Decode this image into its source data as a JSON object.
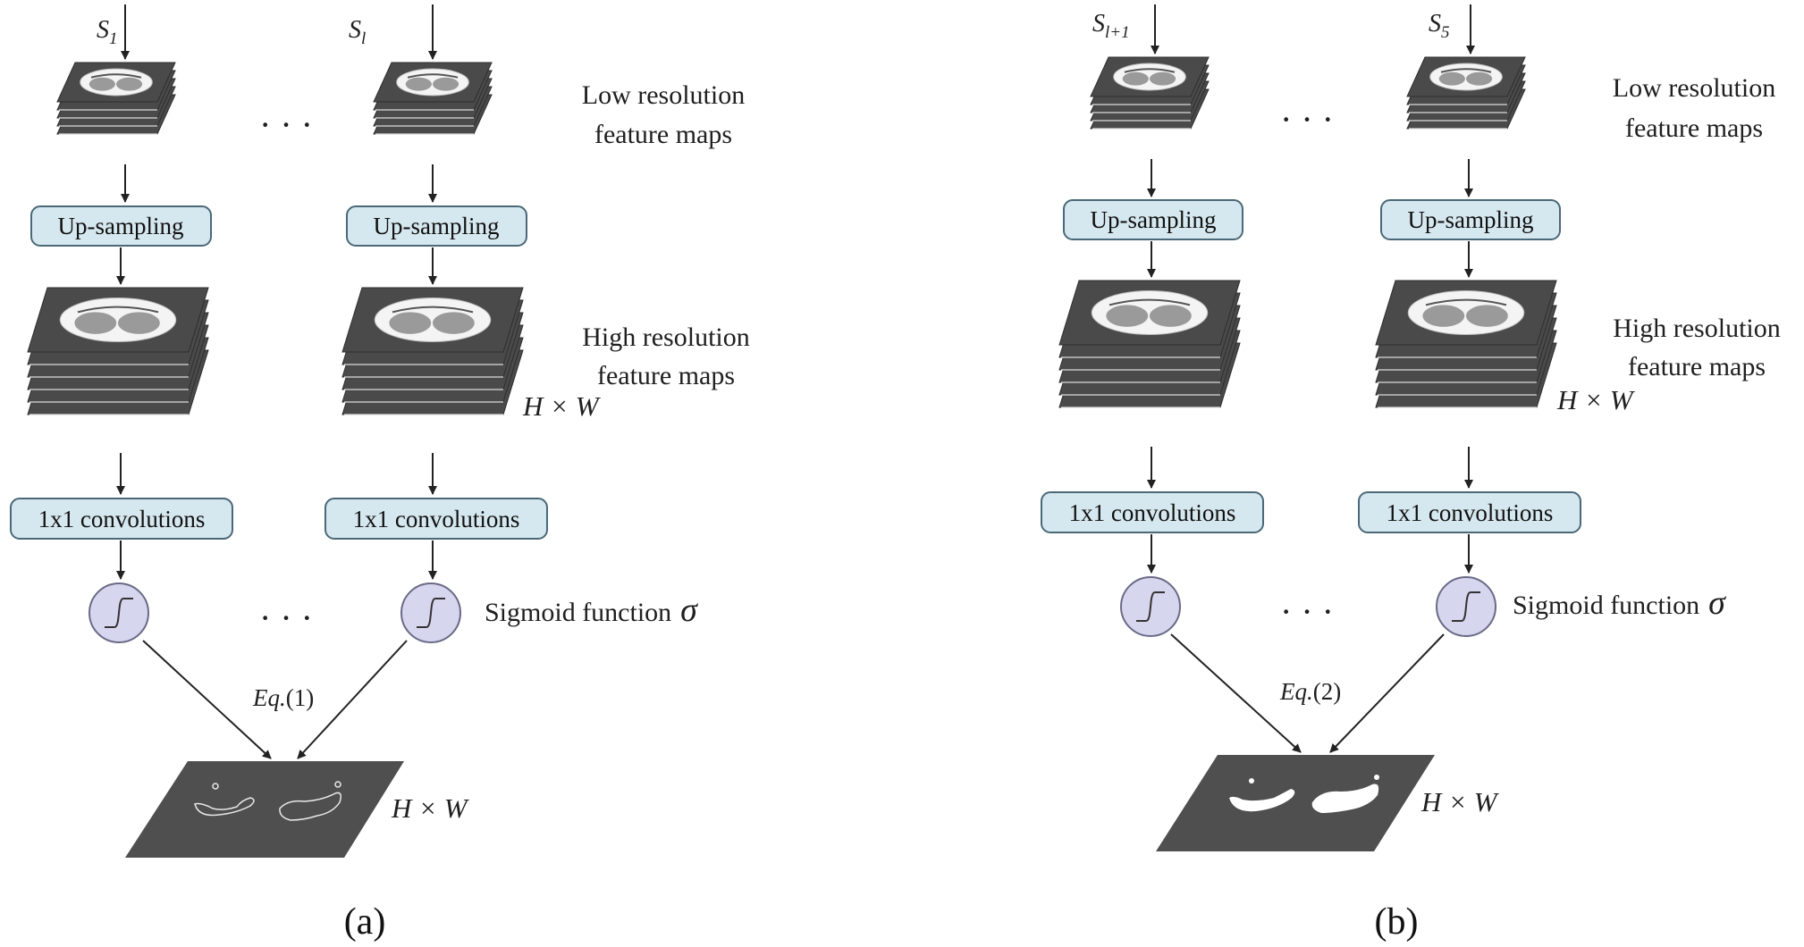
{
  "panels": [
    {
      "id": "a",
      "label": "(a)",
      "col1": {
        "input": {
          "base": "S",
          "sub": "1"
        },
        "upsample": "Up-sampling",
        "conv": "1x1 convolutions"
      },
      "col2": {
        "input": {
          "base": "S",
          "sub": "l"
        },
        "upsample": "Up-sampling",
        "conv": "1x1 convolutions"
      },
      "dots_top": "· · ·",
      "dots_sigmoid": "· · ·",
      "low_res": [
        "Low resolution",
        "feature maps"
      ],
      "high_res": [
        "High resolution",
        "feature maps"
      ],
      "hw_mid": "H × W",
      "sigmoid_label": "Sigmoid function",
      "sigma": "σ",
      "eq": {
        "prefix": "Eq.",
        "num": "(1)"
      },
      "hw_out": "H × W",
      "output_style": "edges"
    },
    {
      "id": "b",
      "label": "(b)",
      "col1": {
        "input": {
          "base": "S",
          "sub": "l+1"
        },
        "upsample": "Up-sampling",
        "conv": "1x1 convolutions"
      },
      "col2": {
        "input": {
          "base": "S",
          "sub": "5"
        },
        "upsample": "Up-sampling",
        "conv": "1x1 convolutions"
      },
      "dots_top": "· · ·",
      "dots_sigmoid": "· · ·",
      "low_res": [
        "Low resolution",
        "feature maps"
      ],
      "high_res": [
        "High resolution",
        "feature maps"
      ],
      "hw_mid": "H × W",
      "sigmoid_label": "Sigmoid function",
      "sigma": "σ",
      "eq": {
        "prefix": "Eq.",
        "num": "(2)"
      },
      "hw_out": "H × W",
      "output_style": "filled"
    }
  ],
  "colors": {
    "box_fill": "#d6e8ef",
    "box_stroke": "#4a6878",
    "stack_fill": "#4a4a4a",
    "stack_line": "#d9d9d9",
    "circle_fill": "#d6d6ee",
    "circle_stroke": "#6a6a88",
    "arrow": "#222222"
  }
}
